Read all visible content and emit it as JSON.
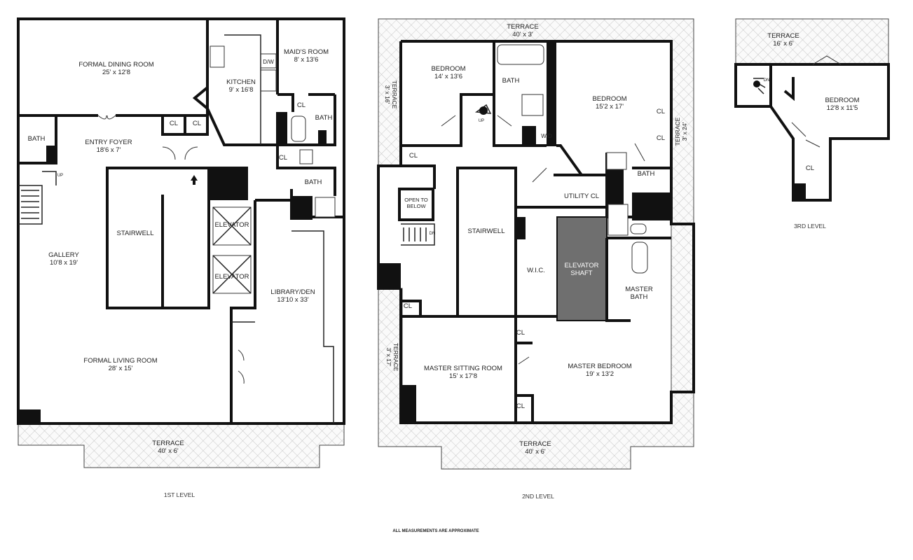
{
  "levels": {
    "first": {
      "caption": "1ST LEVEL",
      "rooms": {
        "dining": {
          "name": "FORMAL DINING ROOM",
          "size": "25' x 12'8"
        },
        "kitchen": {
          "name": "KITCHEN",
          "size": "9' x 16'8"
        },
        "dw": {
          "name": "D/W"
        },
        "maid": {
          "name": "MAID'S ROOM",
          "size": "8' x 13'6"
        },
        "cl1": {
          "name": "CL"
        },
        "cl2": {
          "name": "CL"
        },
        "cl3": {
          "name": "CL"
        },
        "cl4": {
          "name": "CL"
        },
        "bath1": {
          "name": "BATH"
        },
        "bath2": {
          "name": "BATH"
        },
        "bath3": {
          "name": "BATH"
        },
        "foyer": {
          "name": "ENTRY FOYER",
          "size": "18'6 x 7'"
        },
        "up": {
          "name": "UP"
        },
        "stairwell": {
          "name": "STAIRWELL"
        },
        "elev1": {
          "name": "ELEVATOR"
        },
        "elev2": {
          "name": "ELEVATOR"
        },
        "gallery": {
          "name": "GALLERY",
          "size": "10'8 x 19'"
        },
        "library": {
          "name": "LIBRARY/DEN",
          "size": "13'10 x 33'"
        },
        "living": {
          "name": "FORMAL LIVING ROOM",
          "size": "28' x 15'"
        },
        "terrace": {
          "name": "TERRACE",
          "size": "40' x 6'"
        }
      }
    },
    "second": {
      "caption": "2ND LEVEL",
      "rooms": {
        "terrace_top": {
          "name": "TERRACE",
          "size": "40' x 3'"
        },
        "bedroom1": {
          "name": "BEDROOM",
          "size": "14' x 13'6"
        },
        "bath1": {
          "name": "BATH"
        },
        "bedroom2": {
          "name": "BEDROOM",
          "size": "15'2 x 17'"
        },
        "terrace_left": {
          "name": "TERRACE",
          "size": "3' x 16'"
        },
        "terrace_right": {
          "name": "TERRACE",
          "size": "3' x 24'"
        },
        "up": {
          "name": "UP"
        },
        "wd": {
          "name": "W/D"
        },
        "cl1": {
          "name": "CL"
        },
        "cl2": {
          "name": "CL"
        },
        "cl3": {
          "name": "CL"
        },
        "cl4": {
          "name": "CL"
        },
        "cl5": {
          "name": "CL"
        },
        "cl6": {
          "name": "CL"
        },
        "bath2": {
          "name": "BATH"
        },
        "utility": {
          "name": "UTILITY CL"
        },
        "open": {
          "name": "OPEN TO BELOW"
        },
        "dn": {
          "name": "DN"
        },
        "stairwell": {
          "name": "STAIRWELL"
        },
        "wic": {
          "name": "W.I.C."
        },
        "shaft": {
          "name": "ELEVATOR SHAFT"
        },
        "masterbath": {
          "name": "MASTER BATH"
        },
        "terrace_left2": {
          "name": "TERRACE",
          "size": "3' x 17'"
        },
        "sitting": {
          "name": "MASTER SITTING ROOM",
          "size": "15' x 17'8"
        },
        "masterbed": {
          "name": "MASTER BEDROOM",
          "size": "19' x 13'2"
        },
        "terrace_bottom": {
          "name": "TERRACE",
          "size": "40' x 6'"
        }
      }
    },
    "third": {
      "caption": "3RD LEVEL",
      "rooms": {
        "terrace": {
          "name": "TERRACE",
          "size": "16' x 6'"
        },
        "dn": {
          "name": "DN"
        },
        "bedroom": {
          "name": "BEDROOM",
          "size": "12'8 x 11'5"
        },
        "cl": {
          "name": "CL"
        }
      }
    }
  },
  "footnote": "ALL MEASUREMENTS ARE APPROXIMATE"
}
